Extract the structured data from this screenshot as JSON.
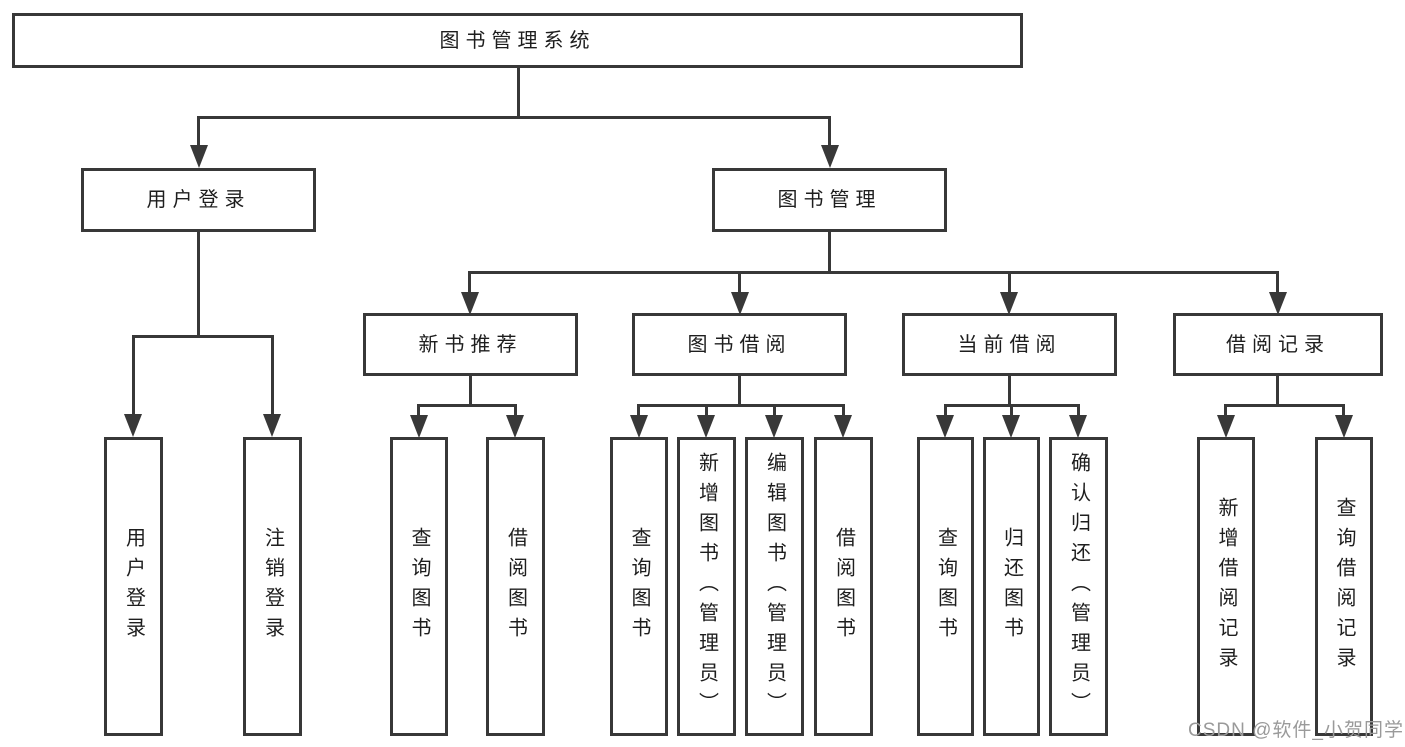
{
  "tree": {
    "label": "图书管理系统",
    "children": [
      {
        "label": "用户登录",
        "children": [
          {
            "label": "用户登录"
          },
          {
            "label": "注销登录"
          }
        ]
      },
      {
        "label": "图书管理",
        "children": [
          {
            "label": "新书推荐",
            "children": [
              {
                "label": "查询图书"
              },
              {
                "label": "借阅图书"
              }
            ]
          },
          {
            "label": "图书借阅",
            "children": [
              {
                "label": "查询图书"
              },
              {
                "label": "新增图书（管理员）"
              },
              {
                "label": "编辑图书（管理员）"
              },
              {
                "label": "借阅图书"
              }
            ]
          },
          {
            "label": "当前借阅",
            "children": [
              {
                "label": "查询图书"
              },
              {
                "label": "归还图书"
              },
              {
                "label": "确认归还（管理员）"
              }
            ]
          },
          {
            "label": "借阅记录",
            "children": [
              {
                "label": "新增借阅记录"
              },
              {
                "label": "查询借阅记录"
              }
            ]
          }
        ]
      }
    ]
  },
  "watermark": {
    "text": "CSDN @软件_小贺同学"
  },
  "colors": {
    "line": "#383838",
    "box_border": "#383838",
    "text": "#1e1e1e",
    "watermark": "#9a9a9a",
    "background": "#ffffff"
  }
}
